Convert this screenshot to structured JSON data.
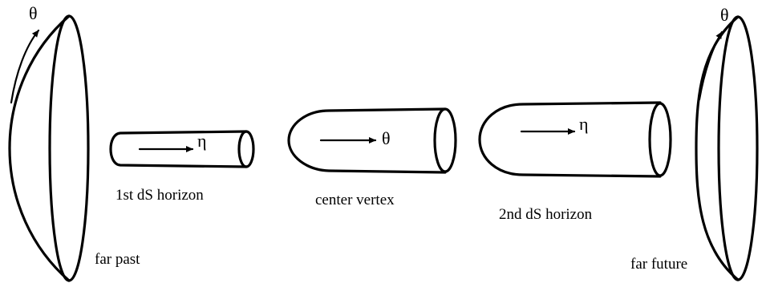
{
  "labels": {
    "far_past": "far past",
    "first_horizon": "1st dS horizon",
    "center_vertex": "center vertex",
    "second_horizon": "2nd dS horizon",
    "far_future": "far future"
  },
  "symbols": {
    "theta_past": "θ",
    "eta_first": "η",
    "theta_center": "θ",
    "eta_second": "η",
    "theta_future": "θ"
  },
  "colors": {
    "stroke": "#000000",
    "background": "#ffffff"
  }
}
